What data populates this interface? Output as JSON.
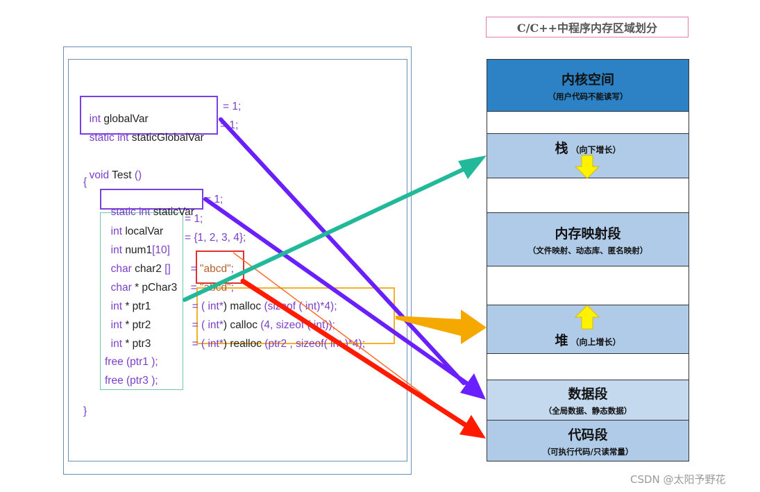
{
  "title": "C/C++中程序内存区域划分",
  "code": {
    "l1_type": "int ",
    "l1_name": "globalVar",
    "l1_val": "= 1;",
    "l2_type": "static int ",
    "l2_name": "staticGlobalVar",
    "l2_val": "= 1;",
    "l3_type": "void ",
    "l3_name": "Test",
    "l3_paren": " ()",
    "l4": "{",
    "l5_type": "static int ",
    "l5_name": "staticVar",
    "l5_val": "= 1;",
    "l6_type": "int ",
    "l6_name": "localVar",
    "l6_val": "= 1;",
    "l7_type": "int ",
    "l7_name": "num1",
    "l7_idx": "[10]",
    "l7_val": "= {1, 2, 3, 4};",
    "l8_type": "char ",
    "l8_name": "char2 ",
    "l8_br": "[]",
    "l8_eq": "= ",
    "l8_str": "\"abcd\"",
    "l8_end": ";",
    "l9_type": "char ",
    "l9_name": "* pChar3",
    "l9_eq": "= ",
    "l9_str": "\"abcd\"",
    "l9_end": ";",
    "l10_type": "int ",
    "l10_name": "* ptr1",
    "l10_a": "= ( ",
    "l10_b": "int*",
    "l10_c": ") malloc ",
    "l10_d": "(sizeof ( int)*4);",
    "l11_type": "int ",
    "l11_name": "* ptr2",
    "l11_a": "= ( ",
    "l11_b": "int*",
    "l11_c": ") calloc ",
    "l11_d": "(4, sizeof ( int));",
    "l12_type": "int ",
    "l12_name": "* ptr3",
    "l12_a": "= ( ",
    "l12_b": "int*",
    "l12_c": ") realloc ",
    "l12_d": "(ptr2 , sizeof( int )*4);",
    "l13": "free (ptr1 );",
    "l14": "free (ptr3 );",
    "l15": "}"
  },
  "segments": {
    "kernel": {
      "label": "内核空间",
      "sub": "（用户代码不能读写）"
    },
    "stack": {
      "label": "栈",
      "sub": "（向下增长）"
    },
    "mmap": {
      "label": "内存映射段",
      "sub": "（文件映射、动态库、匿名映射）"
    },
    "heap": {
      "label": "堆",
      "sub": "（向上增长）"
    },
    "data": {
      "label": "数据段",
      "sub": "（全局数据、静态数据）"
    },
    "text": {
      "label": "代码段",
      "sub": "（可执行代码/只读常量）"
    }
  },
  "colors": {
    "kernel": "#2c82c4",
    "region": "#b0cbe8",
    "data_region": "#c4d8ee",
    "box_global": "#7a3fe0",
    "box_local": "#6cc7a4",
    "box_string": "#e03030",
    "box_heap": "#f2b128",
    "arrow_stack": "#22b89a",
    "arrow_heap": "#f5a800",
    "arrow_data": "#6a1fff",
    "arrow_text": "#ff1a00",
    "growth_arrow": "#fff200"
  },
  "watermark": "CSDN @太阳予野花"
}
